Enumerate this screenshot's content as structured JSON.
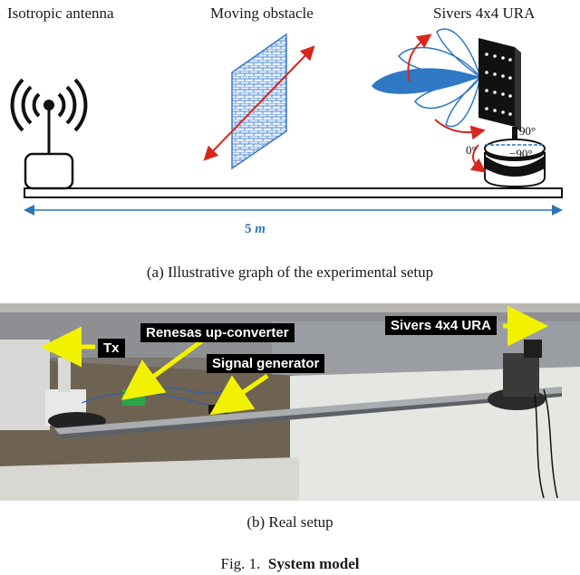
{
  "part_a": {
    "label_isotropic": "Isotropic antenna",
    "label_obstacle": "Moving obstacle",
    "label_ura": "Sivers 4x4 URA",
    "angle_0": "0°",
    "angle_pos90": "90°",
    "angle_neg90": "−90°",
    "distance": "5",
    "distance_unit": "m",
    "caption": "(a)  Illustrative graph of the experimental setup"
  },
  "part_b": {
    "callout_tx": "Tx",
    "callout_renesas": "Renesas up-converter",
    "callout_siggen": "Signal generator",
    "callout_sivers": "Sivers 4x4 URA",
    "caption": "(b)  Real setup"
  },
  "figure": {
    "number": "Fig. 1.",
    "title": "System model"
  },
  "colors": {
    "accent_blue": "#2e74b5",
    "arrow_red": "#d9261c",
    "callout_yellow": "#f2f200",
    "lobe_blue": "#2f78c4"
  }
}
